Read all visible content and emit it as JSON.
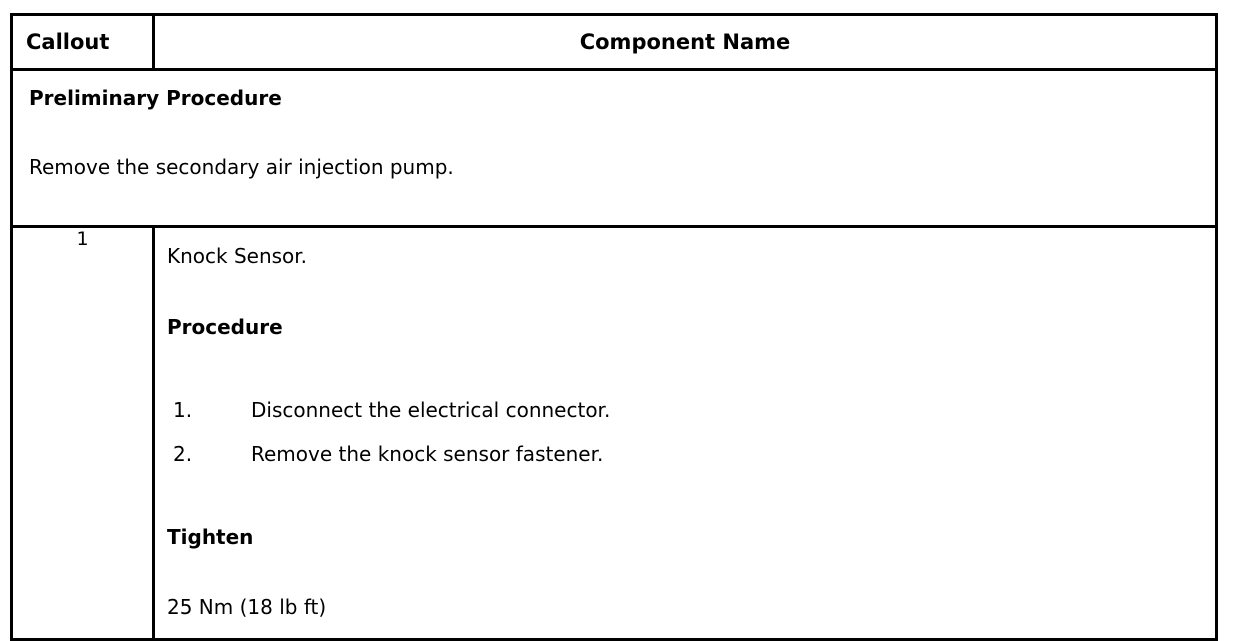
{
  "table": {
    "headers": {
      "callout": "Callout",
      "component_name": "Component Name"
    },
    "preliminary": {
      "title": "Preliminary Procedure",
      "text": "Remove the secondary air injection pump."
    },
    "rows": [
      {
        "callout": "1",
        "component_name": "Knock Sensor.",
        "procedure_heading": "Procedure",
        "steps": [
          {
            "number": "1.",
            "text": "Disconnect the electrical connector."
          },
          {
            "number": "2.",
            "text": "Remove the knock sensor fastener."
          }
        ],
        "tighten_heading": "Tighten",
        "tighten_value": "25 Nm (18 lb ft)"
      }
    ]
  },
  "colors": {
    "border": "#000000",
    "text": "#000000",
    "background": "#ffffff"
  }
}
